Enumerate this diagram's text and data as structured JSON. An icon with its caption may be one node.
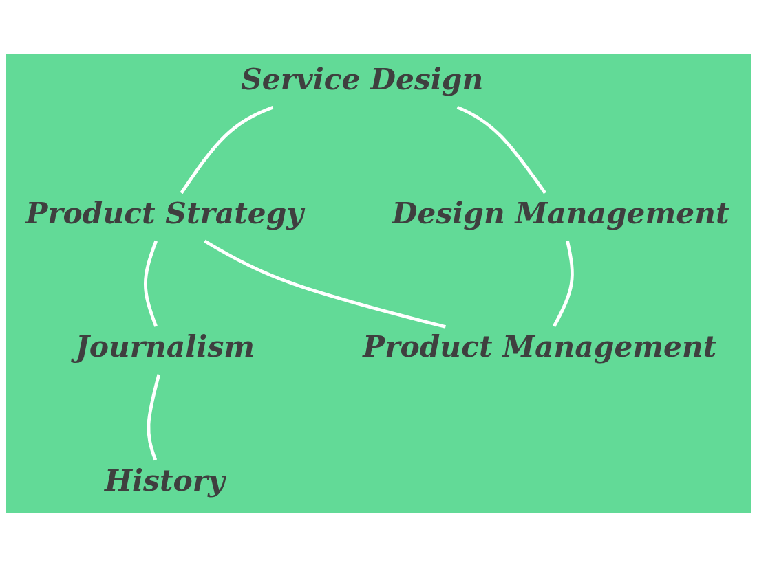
{
  "diagram": {
    "nodes": [
      {
        "text": [
          "Service Design"
        ]
      },
      {
        "text": [
          "Product Strategy"
        ]
      },
      {
        "text": [
          "Design Management"
        ]
      },
      {
        "text": [
          "Journalism"
        ]
      },
      {
        "text": [
          "Product Management"
        ]
      },
      {
        "text": [
          "History"
        ]
      }
    ],
    "edges": [
      {
        "from": 0,
        "to": 1,
        "arrow": "none"
      },
      {
        "from": 0,
        "to": 2,
        "arrow": "none"
      },
      {
        "from": 1,
        "to": 3,
        "arrow": "none"
      },
      {
        "from": 1,
        "to": 4,
        "arrow": "none"
      },
      {
        "from": 2,
        "to": 4,
        "arrow": "none"
      },
      {
        "from": 3,
        "to": 5,
        "arrow": "none"
      }
    ]
  }
}
